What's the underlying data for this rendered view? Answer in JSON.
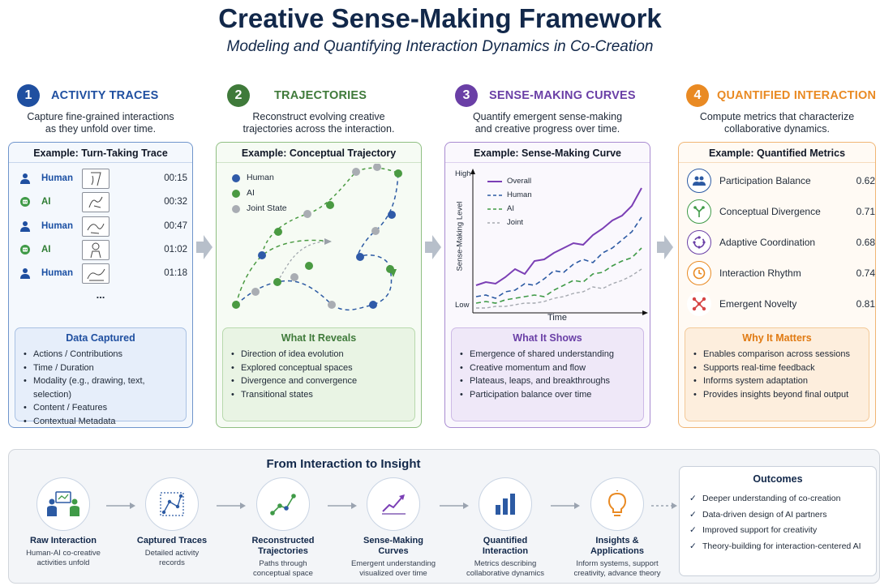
{
  "title": "Creative Sense-Making Framework",
  "subtitle": "Modeling and Quantifying Interaction Dynamics in Co-Creation",
  "colors": {
    "blue": "#1f4fa0",
    "green": "#3f7a3a",
    "purple": "#6a3fa6",
    "orange": "#e98a23",
    "navy": "#12284a"
  },
  "steps": [
    {
      "number": "1",
      "name": "ACTIVITY TRACES",
      "desc_line1": "Capture fine-grained interactions",
      "desc_line2": "as they unfold over time.",
      "example_title": "Example: Turn-Taking Trace",
      "inner_title": "Data Captured",
      "items": [
        "Actions / Contributions",
        "Time / Duration",
        "Modality (e.g., drawing, text, selection)",
        "Content / Features",
        "Contextual Metadata"
      ]
    },
    {
      "number": "2",
      "name": "TRAJECTORIES",
      "desc_line1": "Reconstruct evolving creative",
      "desc_line2": "trajectories across the interaction.",
      "example_title": "Example: Conceptual Trajectory",
      "inner_title": "What It Reveals",
      "items": [
        "Direction of idea evolution",
        "Explored conceptual spaces",
        "Divergence and convergence",
        "Transitional states"
      ]
    },
    {
      "number": "3",
      "name": "SENSE-MAKING CURVES",
      "desc_line1": "Quantify emergent sense-making",
      "desc_line2": "and creative progress over time.",
      "example_title": "Example: Sense-Making Curve",
      "inner_title": "What It Shows",
      "items": [
        "Emergence of shared understanding",
        "Creative momentum and flow",
        "Plateaus, leaps, and breakthroughs",
        "Participation balance over time"
      ]
    },
    {
      "number": "4",
      "name": "QUANTIFIED INTERACTION",
      "desc_line1": "Compute metrics that characterize",
      "desc_line2": "collaborative dynamics.",
      "example_title": "Example: Quantified Metrics",
      "inner_title": "Why It Matters",
      "items": [
        "Enables comparison across sessions",
        "Supports real-time feedback",
        "Informs system adaptation",
        "Provides insights beyond final output"
      ]
    }
  ],
  "trace": {
    "rows": [
      {
        "who": "Human",
        "time": "00:15",
        "icon": "person-icon"
      },
      {
        "who": "AI",
        "time": "00:32",
        "icon": "ai-icon"
      },
      {
        "who": "Human",
        "time": "00:47",
        "icon": "person-icon"
      },
      {
        "who": "AI",
        "time": "01:02",
        "icon": "ai-icon"
      },
      {
        "who": "Human",
        "time": "01:18",
        "icon": "person-icon"
      }
    ],
    "more": "..."
  },
  "trajectory_legend": [
    "Human",
    "AI",
    "Joint State"
  ],
  "curve": {
    "ylabel": "Sense-Making Level",
    "xlabel": "Time",
    "high": "High",
    "low": "Low",
    "legend": [
      "Overall",
      "Human",
      "AI",
      "Joint"
    ]
  },
  "metrics": [
    {
      "name": "Participation Balance",
      "value": "0.62",
      "icon": "people-icon"
    },
    {
      "name": "Conceptual Divergence",
      "value": "0.71",
      "icon": "branch-icon"
    },
    {
      "name": "Adaptive Coordination",
      "value": "0.68",
      "icon": "cycle-icon"
    },
    {
      "name": "Interaction Rhythm",
      "value": "0.74",
      "icon": "clock-icon"
    },
    {
      "name": "Emergent Novelty",
      "value": "0.81",
      "icon": "network-icon"
    }
  ],
  "bottom": {
    "title": "From Interaction to Insight",
    "flow": [
      {
        "name": "Raw Interaction",
        "desc1": "Human-AI co-creative",
        "desc2": "activities unfold",
        "icon": "collaboration-icon"
      },
      {
        "name": "Captured Traces",
        "desc1": "Detailed activity",
        "desc2": "records",
        "icon": "trace-grid-icon"
      },
      {
        "name1": "Reconstructed",
        "name2": "Trajectories",
        "desc1": "Paths through",
        "desc2": "conceptual space",
        "icon": "trajectory-icon"
      },
      {
        "name1": "Sense-Making",
        "name2": "Curves",
        "desc1": "Emergent understanding",
        "desc2": "visualized over time",
        "icon": "trend-icon"
      },
      {
        "name1": "Quantified",
        "name2": "Interaction",
        "desc1": "Metrics describing",
        "desc2": "collaborative dynamics",
        "icon": "bar-chart-icon"
      },
      {
        "name1": "Insights &",
        "name2": "Applications",
        "desc1": "Inform systems, support",
        "desc2": "creativity, advance theory",
        "icon": "lightbulb-icon"
      }
    ],
    "outcomes_title": "Outcomes",
    "outcomes": [
      "Deeper understanding of co-creation",
      "Data-driven design of AI partners",
      "Improved support for creativity",
      "Theory-building for interaction-centered AI"
    ]
  }
}
